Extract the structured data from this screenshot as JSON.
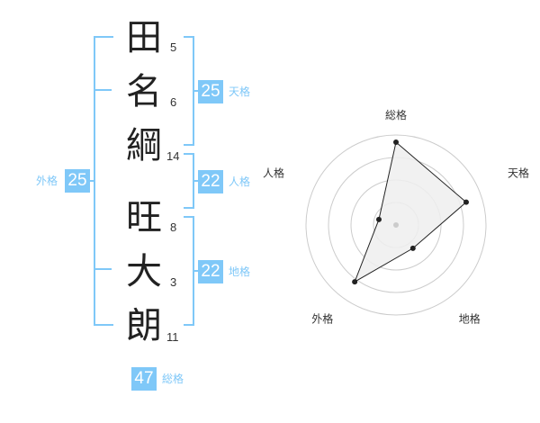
{
  "name": {
    "chars": [
      {
        "kanji": "田",
        "strokes": "5"
      },
      {
        "kanji": "名",
        "strokes": "6"
      },
      {
        "kanji": "綱",
        "strokes": "14"
      },
      {
        "kanji": "旺",
        "strokes": "8"
      },
      {
        "kanji": "大",
        "strokes": "3"
      },
      {
        "kanji": "朗",
        "strokes": "11"
      }
    ]
  },
  "fortunes": {
    "tenkaku": {
      "value": "25",
      "label": "天格"
    },
    "jinkaku": {
      "value": "22",
      "label": "人格"
    },
    "chikaku": {
      "value": "22",
      "label": "地格"
    },
    "gaikaku": {
      "value": "25",
      "label": "外格"
    },
    "soukaku": {
      "value": "47",
      "label": "総格"
    }
  },
  "colors": {
    "accent": "#7fc8f8",
    "text": "#222222",
    "grid": "#cccccc",
    "fill": "#eeeeee"
  },
  "chart_data": {
    "type": "radar",
    "axes": [
      "総格",
      "天格",
      "地格",
      "外格",
      "人格"
    ],
    "values": [
      0.92,
      0.82,
      0.32,
      0.78,
      0.2
    ],
    "rings": 4,
    "range": [
      0,
      1
    ]
  }
}
